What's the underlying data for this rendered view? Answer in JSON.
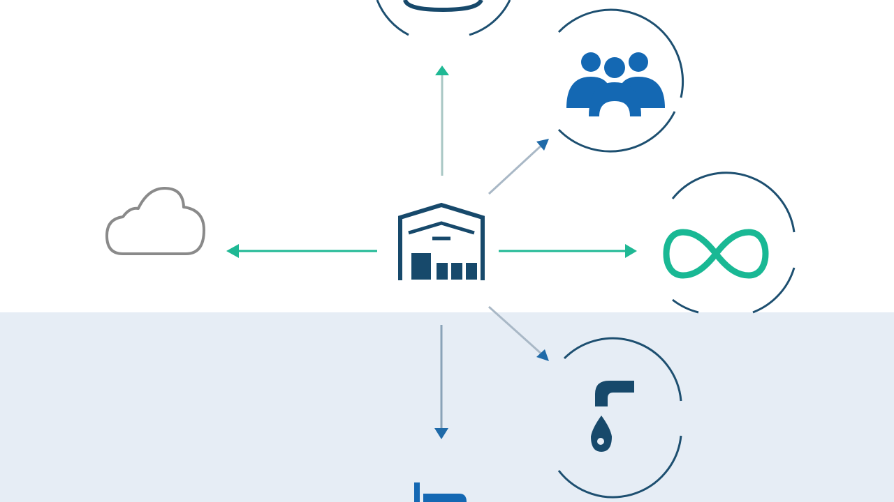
{
  "colors": {
    "background_top": "#ffffff",
    "background_bottom": "#e6edf5",
    "hub_navy": "#17496b",
    "ring_navy": "#1d4f70",
    "arrow_teal": "#1fb894",
    "arrow_steel": "#8aa3b8",
    "arrow_gray": "#a9b8c6",
    "people_blue": "#1468b3",
    "infinity_green": "#19b894",
    "cloud_gray": "#8a8a8a",
    "tap_navy": "#17496b"
  },
  "diagram": {
    "center_node": {
      "icon": "warehouse-icon"
    },
    "nodes": [
      {
        "key": "top",
        "icon": "database-icon",
        "direction": "up",
        "arrow_color": "teal"
      },
      {
        "key": "upper-right",
        "icon": "people-group-icon",
        "direction": "up-right",
        "arrow_color": "steel"
      },
      {
        "key": "right",
        "icon": "infinity-icon",
        "direction": "right",
        "arrow_color": "teal"
      },
      {
        "key": "lower-right",
        "icon": "water-tap-icon",
        "direction": "down-right",
        "arrow_color": "steel"
      },
      {
        "key": "bottom",
        "icon": "partial-blue-icon",
        "direction": "down",
        "arrow_color": "steel"
      },
      {
        "key": "left",
        "icon": "cloud-icon",
        "direction": "left",
        "arrow_color": "teal"
      }
    ]
  }
}
